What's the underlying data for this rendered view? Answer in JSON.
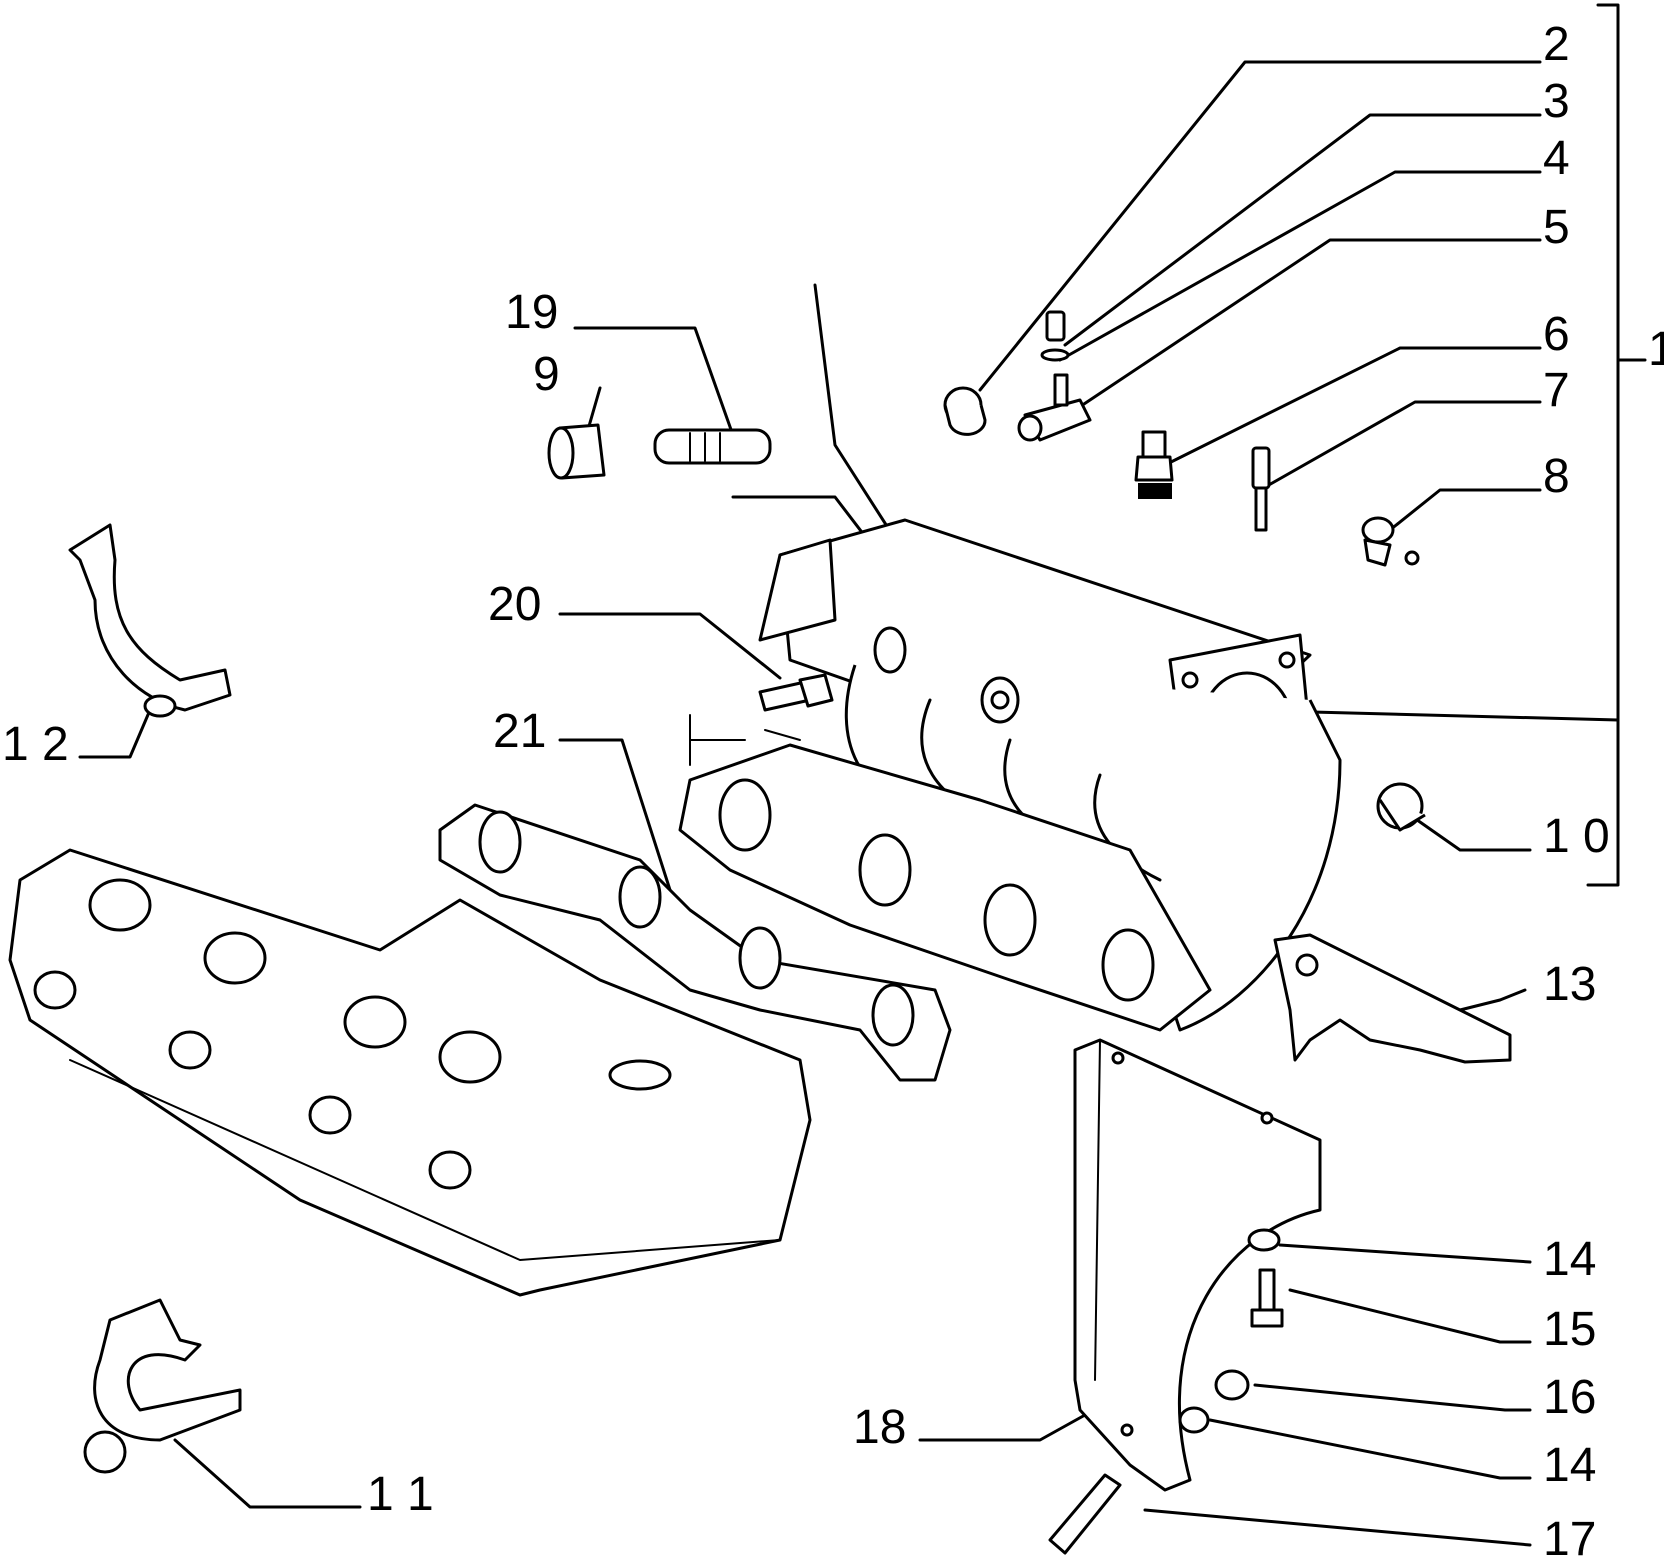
{
  "callouts": [
    {
      "id": "c2",
      "label": "2"
    },
    {
      "id": "c3",
      "label": "3"
    },
    {
      "id": "c4",
      "label": "4"
    },
    {
      "id": "c5",
      "label": "5"
    },
    {
      "id": "c6",
      "label": "6"
    },
    {
      "id": "c7",
      "label": "7"
    },
    {
      "id": "c8",
      "label": "8"
    },
    {
      "id": "c1",
      "label": "1"
    },
    {
      "id": "c19",
      "label": "19"
    },
    {
      "id": "c9",
      "label": "9"
    },
    {
      "id": "c20",
      "label": "20"
    },
    {
      "id": "c21",
      "label": "21"
    },
    {
      "id": "c12",
      "label": "1 2"
    },
    {
      "id": "c10",
      "label": "1 0"
    },
    {
      "id": "c13",
      "label": "13"
    },
    {
      "id": "c14a",
      "label": "14"
    },
    {
      "id": "c15",
      "label": "15"
    },
    {
      "id": "c16",
      "label": "16"
    },
    {
      "id": "c14b",
      "label": "14"
    },
    {
      "id": "c18",
      "label": "18"
    },
    {
      "id": "c11",
      "label": "1 1"
    },
    {
      "id": "c17",
      "label": "17"
    }
  ]
}
